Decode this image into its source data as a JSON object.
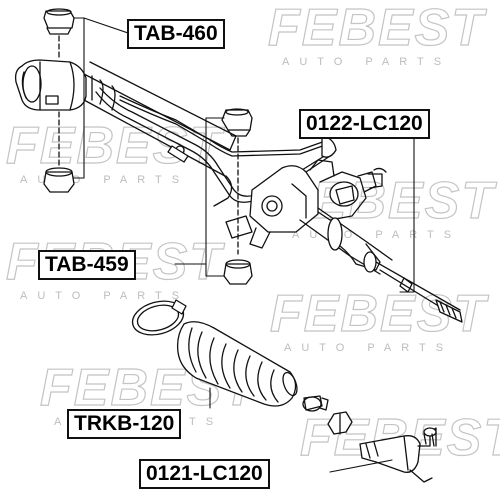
{
  "watermark": {
    "brand": "FEBEST",
    "subtitle": "AUTO PARTS"
  },
  "part_labels": {
    "tab460": "TAB-460",
    "p0122": "0122-LC120",
    "tab459": "TAB-459",
    "trkb120": "TRKB-120",
    "p0121": "0121-LC120"
  },
  "colors": {
    "line": "#111111",
    "watermark": "#c4c4c4",
    "background": "#ffffff"
  }
}
